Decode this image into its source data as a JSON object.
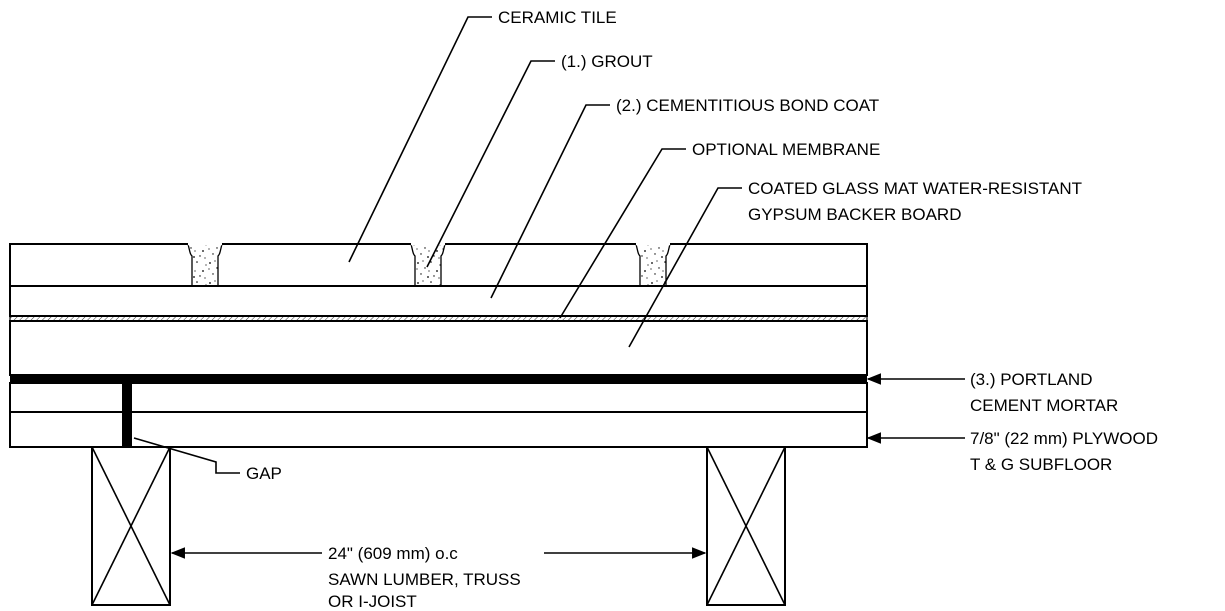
{
  "labels": {
    "ceramic_tile": "CERAMIC TILE",
    "grout": "(1.) GROUT",
    "bond_coat": "(2.) CEMENTITIOUS BOND COAT",
    "membrane": "OPTIONAL MEMBRANE",
    "backer_line1": "COATED GLASS MAT WATER-RESISTANT",
    "backer_line2": "GYPSUM BACKER BOARD",
    "mortar_line1": "(3.) PORTLAND",
    "mortar_line2": "CEMENT MORTAR",
    "plywood_line1": "7/8\" (22 mm) PLYWOOD",
    "plywood_line2": "T & G SUBFLOOR",
    "gap": "GAP",
    "spacing_line1": "24\" (609 mm) o.c",
    "spacing_line2": "SAWN LUMBER, TRUSS",
    "spacing_line3": "OR I-JOIST"
  }
}
